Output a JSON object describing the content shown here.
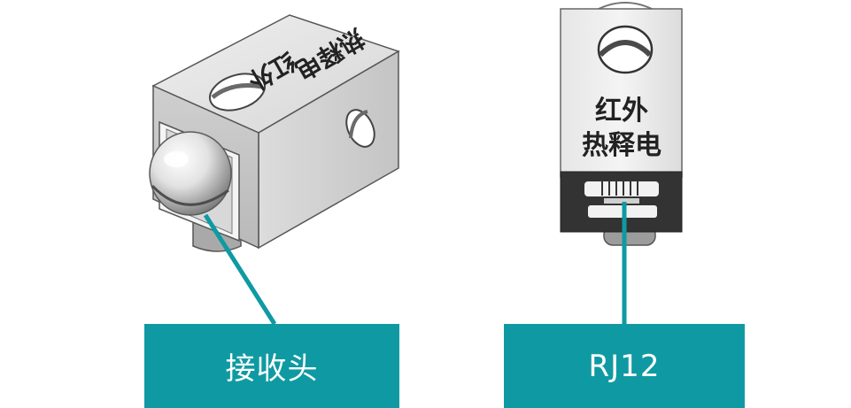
{
  "left_module": {
    "printed_text": [
      "红外",
      "热释电"
    ]
  },
  "right_module": {
    "printed_text_line1": "红外",
    "printed_text_line2": "热释电"
  },
  "callouts": {
    "left_label": "接收头",
    "right_label": "RJ12"
  },
  "colors": {
    "callout": "#0f9aa3",
    "leader_line": "#0f9aa3",
    "module_body": "#d9d9d9",
    "port_band": "#333333"
  }
}
